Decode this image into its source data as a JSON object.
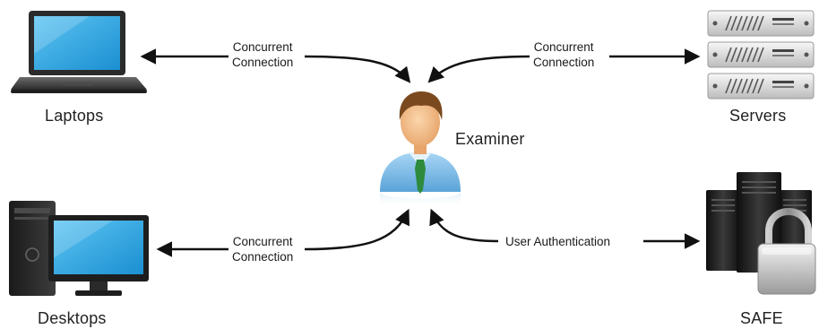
{
  "nodes": {
    "laptops": {
      "label": "Laptops"
    },
    "servers": {
      "label": "Servers"
    },
    "examiner": {
      "label": "Examiner"
    },
    "desktops": {
      "label": "Desktops"
    },
    "safe": {
      "label": "SAFE"
    }
  },
  "edges": {
    "laptop_link": {
      "line1": "Concurrent",
      "line2": "Connection"
    },
    "server_link": {
      "line1": "Concurrent",
      "line2": "Connection"
    },
    "desktop_link": {
      "line1": "Concurrent",
      "line2": "Connection"
    },
    "safe_link": {
      "label": "User Authentication"
    }
  },
  "colors": {
    "arrow": "#111111",
    "screen": "#2aa3df",
    "shirt": "#8ec4ea",
    "tie": "#2e8b3e",
    "hair": "#7a4a1e",
    "skin": "#f2c08f"
  },
  "icons": [
    "laptop-icon",
    "server-rack-icon",
    "user-icon",
    "desktop-computer-icon",
    "padlock-server-icon"
  ]
}
